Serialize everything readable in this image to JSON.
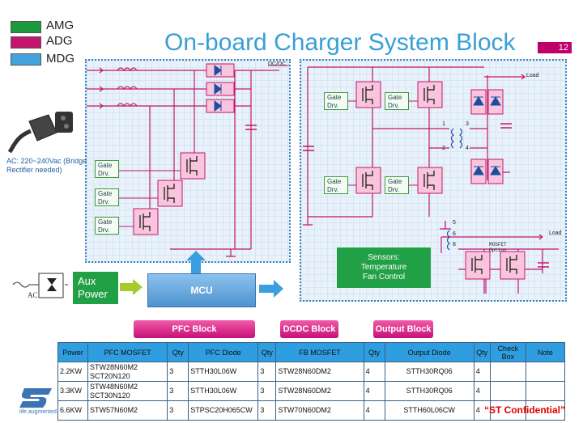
{
  "legend": [
    {
      "label": "AMG",
      "color": "#1e9a3e"
    },
    {
      "label": "ADG",
      "color": "#c4166e"
    },
    {
      "label": "MDG",
      "color": "#44a3dc"
    }
  ],
  "title": "On-board Charger System Block",
  "page_number": "12",
  "ac_input_note": "AC: 220~240Vac (Bridge Rectifier needed)",
  "pfc": {
    "gate_labels": [
      "Gate Drv.",
      "Gate Drv.",
      "Gate Drv."
    ],
    "dcdc_tag": "DC/DC"
  },
  "dcdc": {
    "gate_labels": [
      "Gate Drv.",
      "Gate Drv.",
      "Gate Drv.",
      "Gate Drv."
    ],
    "load_labels": [
      "Load",
      "Load"
    ],
    "transformer_pins_top": [
      "1",
      "2",
      "3",
      "4"
    ],
    "transformer_pins_bottom": [
      "5",
      "6",
      "8"
    ],
    "mosfet_option": "MOSFET Option"
  },
  "sensors": {
    "line1": "Sensors:",
    "line2": "Temperature",
    "line3": "Fan Control"
  },
  "aux_power": {
    "line1": "Aux",
    "line2": "Power"
  },
  "ac_label": "AC",
  "mcu_label": "MCU",
  "buttons": {
    "pfc": "PFC Block",
    "dcdc": "DCDC Block",
    "output": "Output Block"
  },
  "table": {
    "headers": [
      "Power",
      "PFC MOSFET",
      "Qty",
      "PFC Diode",
      "Qty",
      "FB MOSFET",
      "Qty",
      "Output Diode",
      "Qty",
      "Check Box",
      "Note"
    ],
    "rows": [
      [
        "2.2KW",
        "STW28N60M2 SCT20N120",
        "3",
        "STTH30L06W",
        "3",
        "STW28N60DM2",
        "4",
        "STTH30RQ06",
        "4",
        "",
        ""
      ],
      [
        "3.3KW",
        "STW48N60M2 SCT30N120",
        "3",
        "STTH30L06W",
        "3",
        "STW28N60DM2",
        "4",
        "STTH30RQ06",
        "4",
        "",
        ""
      ],
      [
        "6.6KW",
        "STW57N60M2",
        "3",
        "STPSC20H065CW",
        "3",
        "STW70N60DM2",
        "4",
        "STTH60L06CW",
        "4",
        "",
        ""
      ]
    ]
  },
  "confidential": "“ST Confidential”",
  "logo_text": "life.augmented"
}
